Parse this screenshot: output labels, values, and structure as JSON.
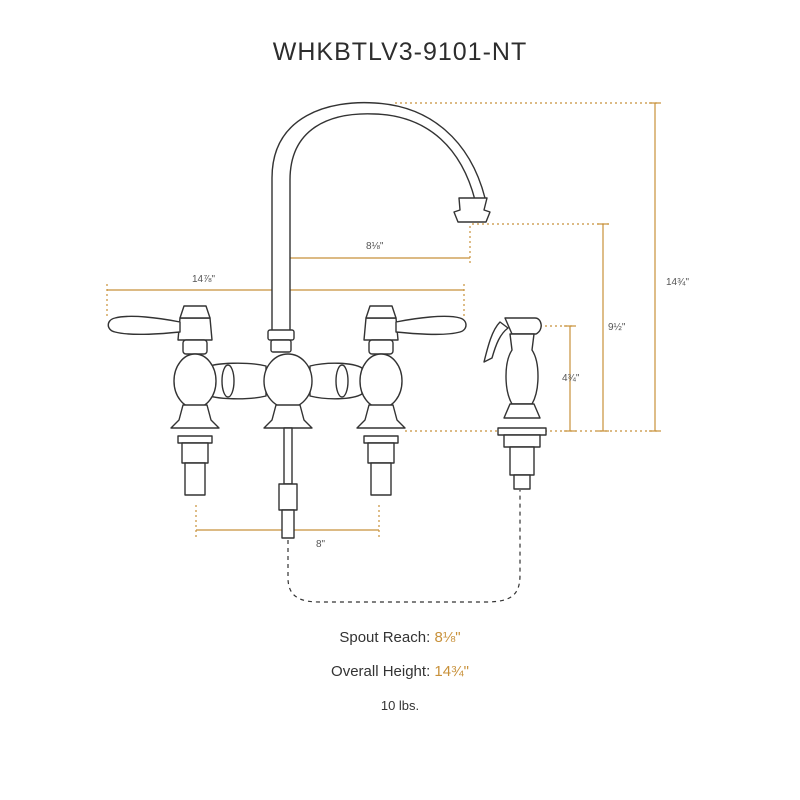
{
  "title": "WHKBTLV3-9101-NT",
  "dimensions": {
    "spout_reach": "8⅛\"",
    "overall_width": "14⅞\"",
    "overall_height": "14¾\"",
    "spout_height": "9½\"",
    "sprayer_height": "4¾\"",
    "center_spacing": "8\""
  },
  "specs": {
    "spout_reach_label": "Spout Reach:",
    "spout_reach_value": "8⅛\"",
    "overall_height_label": "Overall Height:",
    "overall_height_value": "14¾\"",
    "weight": "10 lbs."
  },
  "colors": {
    "dimension": "#c8913a",
    "outline": "#333333"
  }
}
